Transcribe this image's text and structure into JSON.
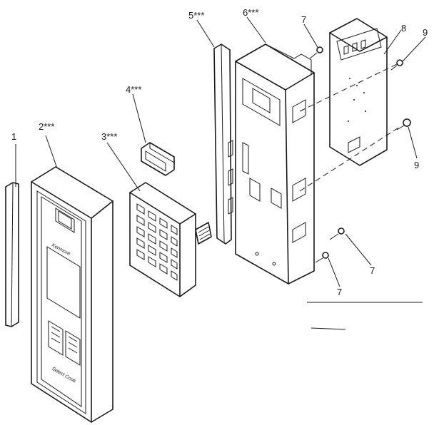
{
  "diagram": {
    "callouts": [
      {
        "id": "c1",
        "text": "1"
      },
      {
        "id": "c2",
        "text": "2***"
      },
      {
        "id": "c3",
        "text": "3***"
      },
      {
        "id": "c4",
        "text": "4***"
      },
      {
        "id": "c5",
        "text": "5***"
      },
      {
        "id": "c6",
        "text": "6***"
      },
      {
        "id": "c7a",
        "text": "7"
      },
      {
        "id": "c8",
        "text": "8"
      },
      {
        "id": "c9a",
        "text": "9"
      },
      {
        "id": "c9b",
        "text": "9"
      },
      {
        "id": "c7b",
        "text": "7"
      },
      {
        "id": "c7c",
        "text": "7"
      }
    ],
    "panel_brand": "Kenmore",
    "panel_script": "Select Cook"
  }
}
